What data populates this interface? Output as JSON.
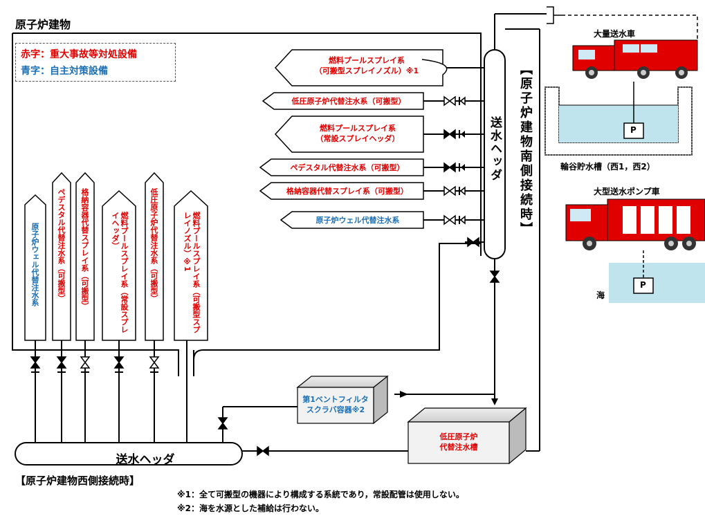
{
  "title": "原子炉建物",
  "legend": {
    "red": "赤字：重大事故等対処設備",
    "blue": "青字：自主対策設備",
    "colors": {
      "red": "#e00000",
      "blue": "#1a6fb5"
    }
  },
  "right_targets": [
    {
      "line1": "燃料プールスプレイ系",
      "line2": "（可搬型スプレイノズル）※1",
      "color": "red"
    },
    {
      "line1": "低圧原子炉代替注水系（可搬型）",
      "color": "red"
    },
    {
      "line1": "燃料プールスプレイ系",
      "line2": "（常設スプレイヘッダ）",
      "color": "red"
    },
    {
      "line1": "ペデスタル代替注水系（可搬型）",
      "color": "red"
    },
    {
      "line1": "格納容器代替スプレイ系（可搬型）",
      "color": "red"
    },
    {
      "line1": "原子炉ウェル代替注水系",
      "color": "blue"
    }
  ],
  "left_targets": [
    {
      "text": "原子炉ウェル代替注水系",
      "color": "blue"
    },
    {
      "text": "ペデスタル代替注水系（可搬型）",
      "color": "red"
    },
    {
      "text": "格納容器代替スプレイ系（可搬型）",
      "color": "red"
    },
    {
      "text": "燃料プールスプレイ系（常設スプレイヘッダ）",
      "color": "red"
    },
    {
      "text": "低圧原子炉代替注水系（可搬型）",
      "color": "red"
    },
    {
      "text": "燃料プールスプレイ系（可搬型スプレイノズル）※1",
      "color": "red"
    }
  ],
  "header_vertical": "送水ヘッダ",
  "header_bottom": "送水ヘッダ",
  "south_label": "【原子炉建物南側接続時】",
  "west_label": "【原子炉建物西側接続時】",
  "vent_filter": {
    "line1": "第1ベントフィルタ",
    "line2": "スクラバ容器※2"
  },
  "tank": {
    "line1": "低圧原子炉",
    "line2": "代替注水槽"
  },
  "truck1": "大量送水車",
  "reservoir": "輪谷貯水槽（西1，西2）",
  "truck2": "大型送水ポンプ車",
  "sea": "海",
  "pump": "P",
  "notes": [
    "※1：全て可搬型の機器により構成する系統であり，常設配管は使用しない。",
    "※2：海を水源とした補給は行わない。"
  ]
}
